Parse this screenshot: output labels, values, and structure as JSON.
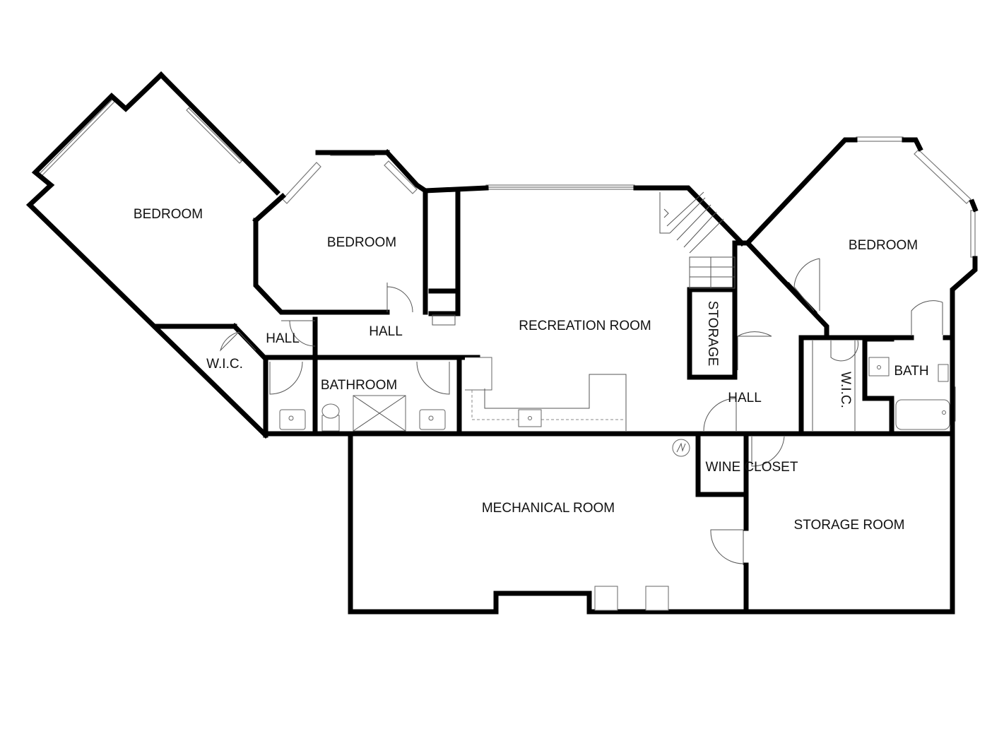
{
  "rooms": {
    "bedroom_left": "BEDROOM",
    "bedroom_center": "BEDROOM",
    "bedroom_right": "BEDROOM",
    "wic_left": "W.I.C.",
    "wic_right": "W.I.C.",
    "hall_small": "HALL",
    "hall_main": "HALL",
    "hall_right": "HALL",
    "bathroom": "BATHROOM",
    "bath": "BATH",
    "recreation_room": "RECREATION ROOM",
    "storage": "STORAGE",
    "wine_closet": "WINE CLOSET",
    "mechanical_room": "MECHANICAL ROOM",
    "storage_room": "STORAGE ROOM"
  }
}
